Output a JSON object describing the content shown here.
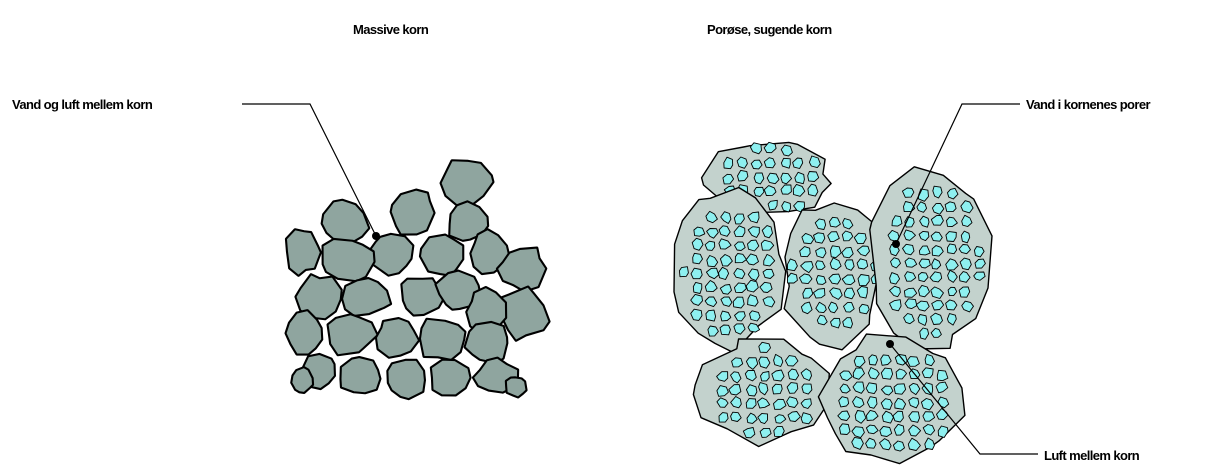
{
  "diagram": {
    "panels": [
      {
        "title": "Massive korn"
      },
      {
        "title": "Porøse, sugende korn"
      }
    ],
    "callouts": {
      "water_air_between_grains": "Vand og luft mellem korn",
      "water_in_grain_pores": "Vand i kornenes porer",
      "air_between_grains": "Luft mellem korn"
    },
    "colors": {
      "grain_fill": "#8fa59f",
      "porous_grain_fill": "#c3d2cd",
      "water": "#8ef0f0",
      "outline": "#000000",
      "background": "#ffffff"
    }
  }
}
